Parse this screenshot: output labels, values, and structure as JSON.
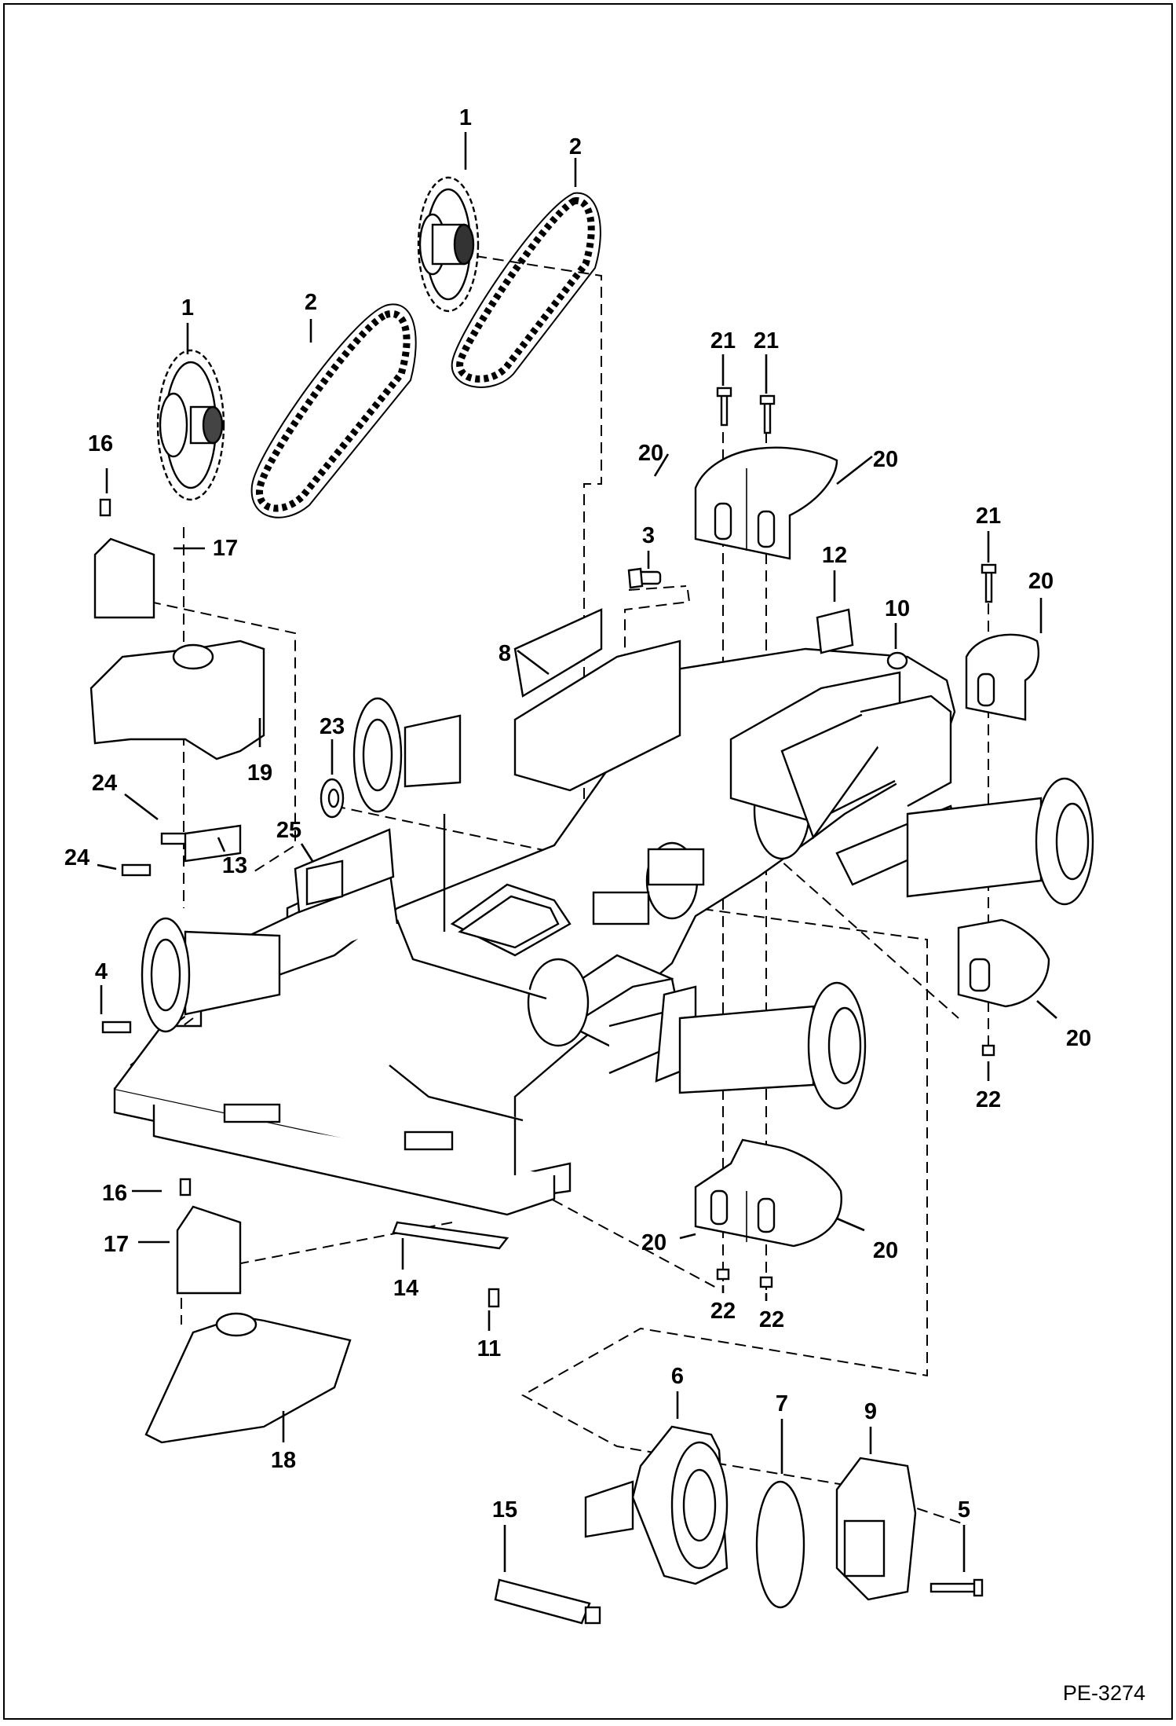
{
  "diagram": {
    "reference": "PE-3274",
    "callouts": [
      {
        "id": "c1a",
        "text": "1"
      },
      {
        "id": "c1b",
        "text": "1"
      },
      {
        "id": "c2a",
        "text": "2"
      },
      {
        "id": "c2b",
        "text": "2"
      },
      {
        "id": "c3",
        "text": "3"
      },
      {
        "id": "c4",
        "text": "4"
      },
      {
        "id": "c5",
        "text": "5"
      },
      {
        "id": "c6",
        "text": "6"
      },
      {
        "id": "c7",
        "text": "7"
      },
      {
        "id": "c8",
        "text": "8"
      },
      {
        "id": "c9",
        "text": "9"
      },
      {
        "id": "c10",
        "text": "10"
      },
      {
        "id": "c11",
        "text": "11"
      },
      {
        "id": "c12",
        "text": "12"
      },
      {
        "id": "c13",
        "text": "13"
      },
      {
        "id": "c14",
        "text": "14"
      },
      {
        "id": "c15",
        "text": "15"
      },
      {
        "id": "c16a",
        "text": "16"
      },
      {
        "id": "c16b",
        "text": "16"
      },
      {
        "id": "c17a",
        "text": "17"
      },
      {
        "id": "c17b",
        "text": "17"
      },
      {
        "id": "c18",
        "text": "18"
      },
      {
        "id": "c19",
        "text": "19"
      },
      {
        "id": "c20a",
        "text": "20"
      },
      {
        "id": "c20b",
        "text": "20"
      },
      {
        "id": "c20c",
        "text": "20"
      },
      {
        "id": "c20d",
        "text": "20"
      },
      {
        "id": "c20e",
        "text": "20"
      },
      {
        "id": "c20f",
        "text": "20"
      },
      {
        "id": "c21a",
        "text": "21"
      },
      {
        "id": "c21b",
        "text": "21"
      },
      {
        "id": "c21c",
        "text": "21"
      },
      {
        "id": "c22a",
        "text": "22"
      },
      {
        "id": "c22b",
        "text": "22"
      },
      {
        "id": "c22c",
        "text": "22"
      },
      {
        "id": "c23",
        "text": "23"
      },
      {
        "id": "c24a",
        "text": "24"
      },
      {
        "id": "c24b",
        "text": "24"
      },
      {
        "id": "c25",
        "text": "25"
      }
    ]
  }
}
